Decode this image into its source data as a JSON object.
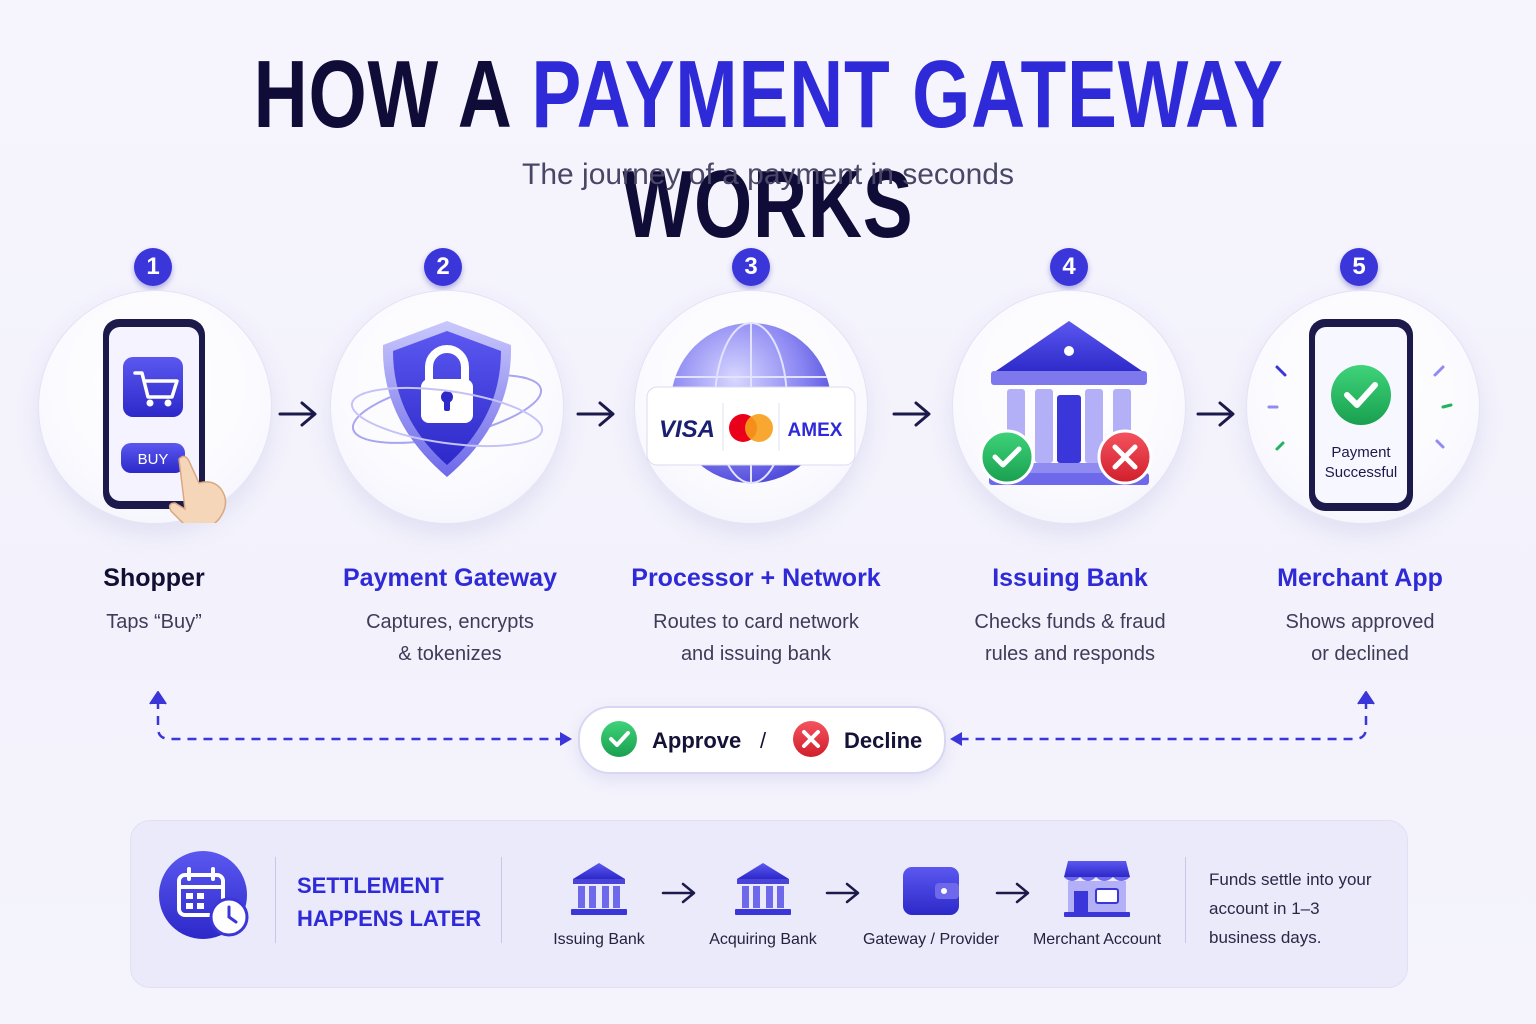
{
  "header": {
    "title_part1": "HOW A",
    "title_accent": "PAYMENT GATEWAY",
    "title_part2": "WORKS",
    "subtitle": "The journey of a payment in seconds"
  },
  "steps": [
    {
      "number": "1",
      "title": "Shopper",
      "desc_line1": "Taps “Buy”",
      "desc_line2": "",
      "icon": "phone-cart-icon",
      "button_label": "BUY"
    },
    {
      "number": "2",
      "title": "Payment Gateway",
      "desc_line1": "Captures, encrypts",
      "desc_line2": "& tokenizes",
      "icon": "shield-lock-icon"
    },
    {
      "number": "3",
      "title": "Processor + Network",
      "desc_line1": "Routes to card network",
      "desc_line2": "and issuing bank",
      "icon": "globe-cards-icon",
      "card_brands": [
        "VISA",
        "AMEX"
      ]
    },
    {
      "number": "4",
      "title": "Issuing Bank",
      "desc_line1": "Checks funds & fraud",
      "desc_line2": "rules and responds",
      "icon": "bank-icon"
    },
    {
      "number": "5",
      "title": "Merchant App",
      "desc_line1": "Shows approved",
      "desc_line2": "or declined",
      "icon": "phone-success-icon",
      "screen_line1": "Payment",
      "screen_line2": "Successful"
    }
  ],
  "decision": {
    "approve": "Approve",
    "separator": "/",
    "decline": "Decline"
  },
  "settlement": {
    "label_line1": "SETTLEMENT",
    "label_line2": "HAPPENS LATER",
    "flow": [
      "Issuing Bank",
      "Acquiring Bank",
      "Gateway / Provider",
      "Merchant Account"
    ],
    "note_line1": "Funds settle into your",
    "note_line2": "account in 1–3",
    "note_line3": "business days."
  },
  "colors": {
    "accent": "#2f2ad8",
    "dark": "#0f0c38",
    "approve": "#22b35e",
    "decline": "#e12d3a"
  }
}
